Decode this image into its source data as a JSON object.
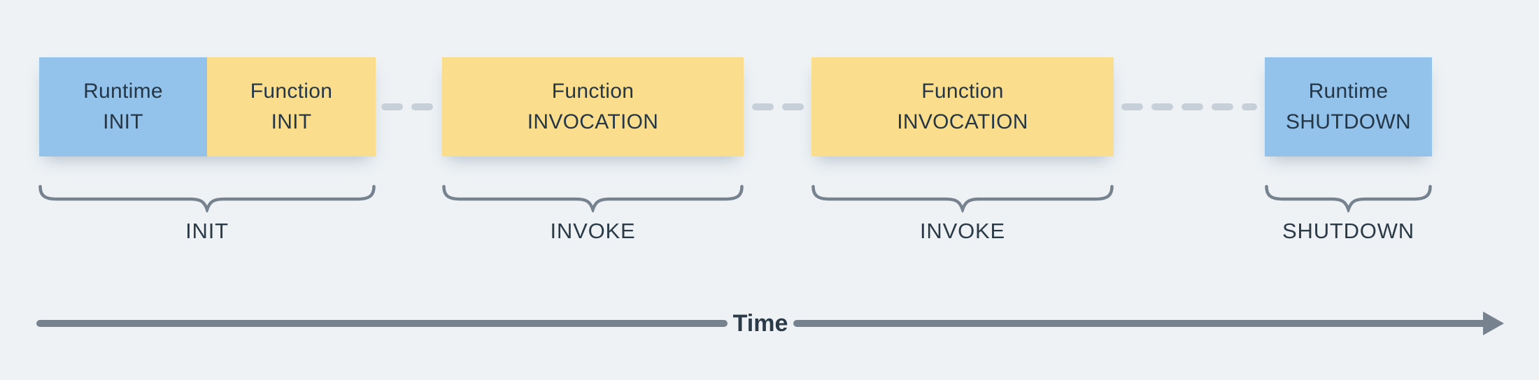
{
  "diagram": {
    "boxes": {
      "runtime_init": {
        "line1": "Runtime",
        "line2": "INIT"
      },
      "function_init": {
        "line1": "Function",
        "line2": "INIT"
      },
      "function_invocation_1": {
        "line1": "Function",
        "line2": "INVOCATION"
      },
      "function_invocation_2": {
        "line1": "Function",
        "line2": "INVOCATION"
      },
      "runtime_shutdown": {
        "line1": "Runtime",
        "line2": "SHUTDOWN"
      }
    },
    "phase_labels": {
      "init": "INIT",
      "invoke_1": "INVOKE",
      "invoke_2": "INVOKE",
      "shutdown": "SHUTDOWN"
    },
    "timeline": {
      "label": "Time"
    },
    "colors": {
      "runtime_box": "#93c2ea",
      "function_box": "#fade8d",
      "box_text": "#253746",
      "phase_label_text": "#2b3a47",
      "brace": "#76838f",
      "dash": "#c7d0d9",
      "timeline": "#76838f",
      "background": "#eef2f5"
    }
  }
}
